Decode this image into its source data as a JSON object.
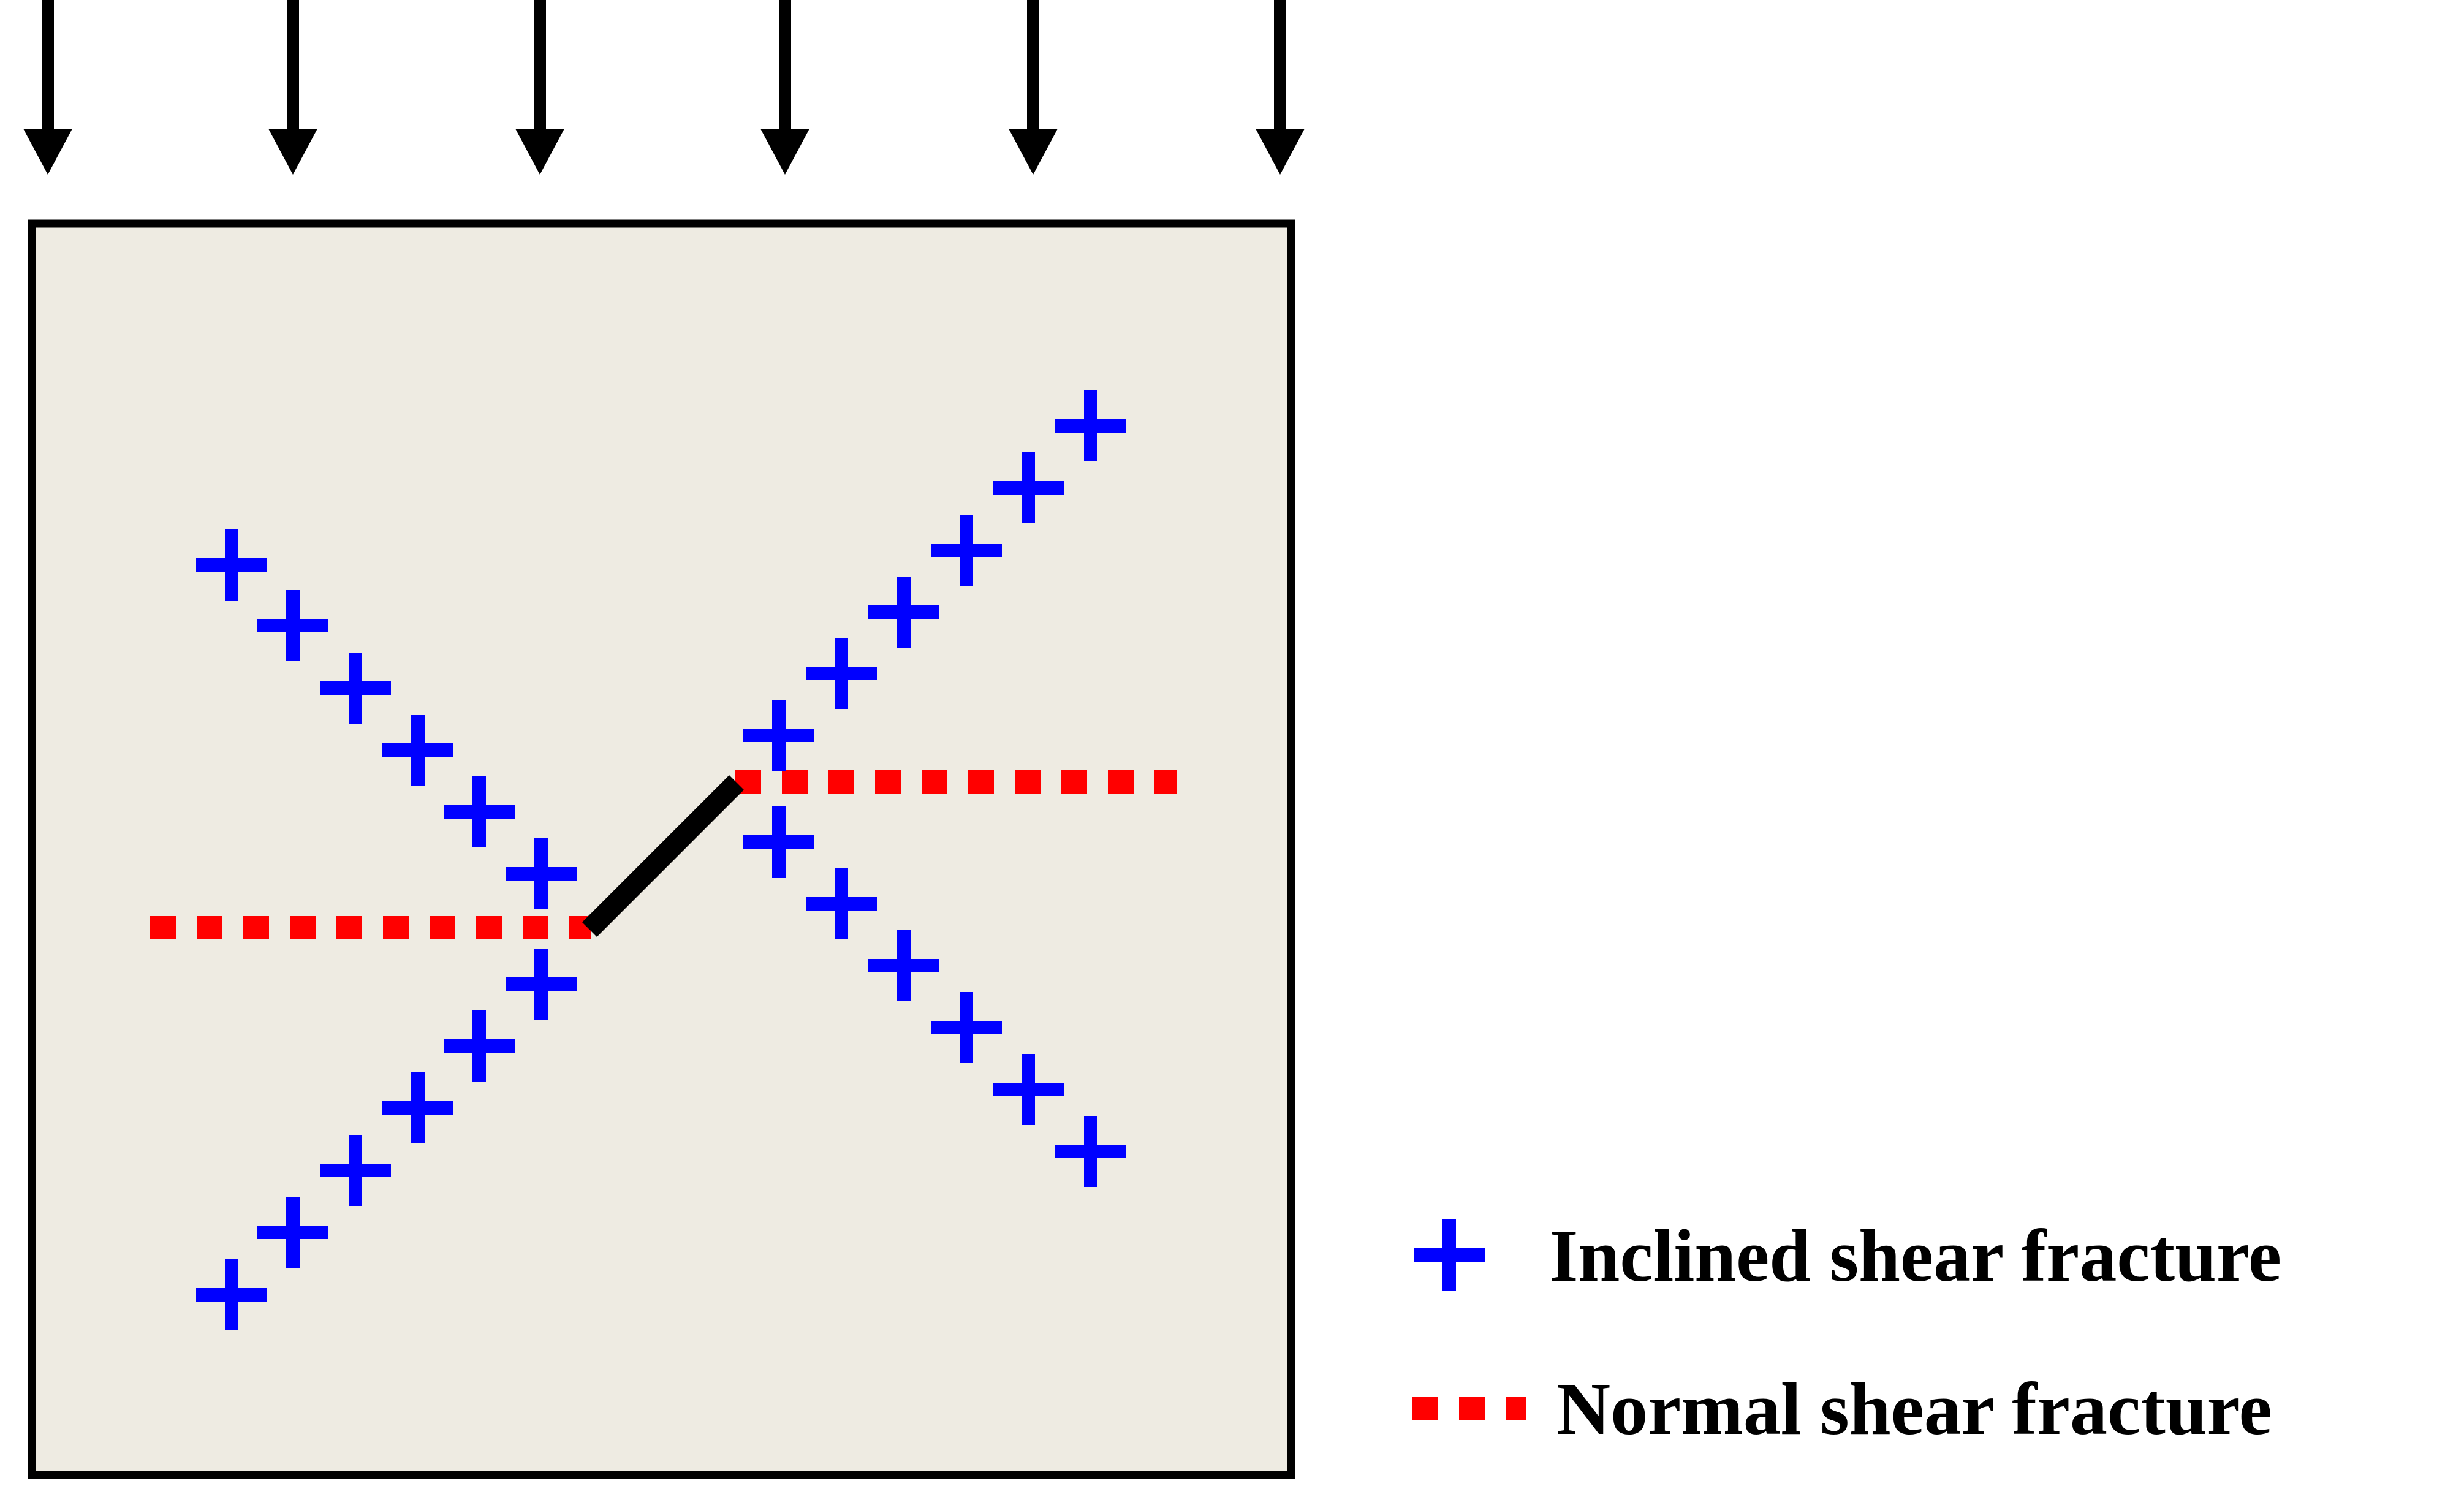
{
  "colors": {
    "block_fill": "#EEEBE2",
    "block_stroke": "#000000",
    "inclined_marker": "#0000FF",
    "normal_marker": "#FF0000",
    "flaw": "#000000",
    "load_arrow": "#000000"
  },
  "icons": {
    "load_arrow": "down-arrow-icon",
    "inclined_marker": "plus-icon",
    "normal_marker": "dashed-line-icon"
  },
  "legend": {
    "items": [
      {
        "key": "inclined",
        "label": "Inclined shear fracture"
      },
      {
        "key": "normal",
        "label": "Normal shear fracture"
      }
    ]
  }
}
